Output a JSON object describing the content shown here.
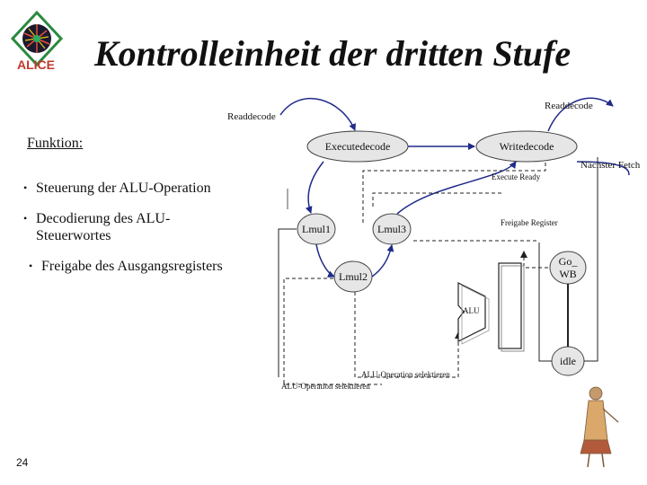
{
  "logo": {
    "text": "ALICE"
  },
  "title": "Kontrolleinheit der dritten Stufe",
  "funktion": "Funktion:",
  "bullets": [
    "Steuerung der ALU-Operation",
    "Decodierung des ALU-Steuerwortes",
    "Freigabe des Ausgangsregisters"
  ],
  "bullet_lines": {
    "b2_line1": "Decodierung des ALU-",
    "b2_line2": "Steuerwortes"
  },
  "diagram": {
    "readdecode_left": "Readdecode",
    "readdecode_right": "Readdecode",
    "executedecode": "Executedecode",
    "writedecode": "Writedecode",
    "naechster_fetch": "Nächster Fetch",
    "execute_ready": "Execute Ready",
    "lmul1": "Lmul1",
    "lmul3": "Lmul3",
    "lmul2": "Lmul2",
    "freigabe_register": "Freigabe Register",
    "go_wb_line1": "Go_",
    "go_wb_line2": "WB",
    "alu": "ALU",
    "idle": "idle",
    "alu_op_1": "ALU-Operation selektieren",
    "alu_op_2": "ALU-Operation selektieren"
  },
  "page_number": "24",
  "colors": {
    "node_fill": "#e6e6e6",
    "arrow": "#1f2a8a",
    "line": "#222222"
  }
}
